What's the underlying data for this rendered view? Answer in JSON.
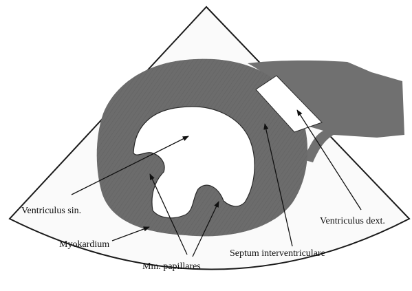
{
  "labels": {
    "ventriculus_sin": "Ventriculus sin.",
    "myokardium": "Myokardium",
    "mm_papillares": "Mm. papillares",
    "septum": "Septum interventriculare",
    "ventriculus_dext": "Ventriculus dext."
  },
  "colors": {
    "background": "#ffffff",
    "sector_fill": "#fafafa",
    "sector_outline": "#1a1a1a",
    "myocardium": "#6d6d6d",
    "myocardium_dark": "#555555",
    "cavity": "#ffffff",
    "arrow": "#111111"
  }
}
